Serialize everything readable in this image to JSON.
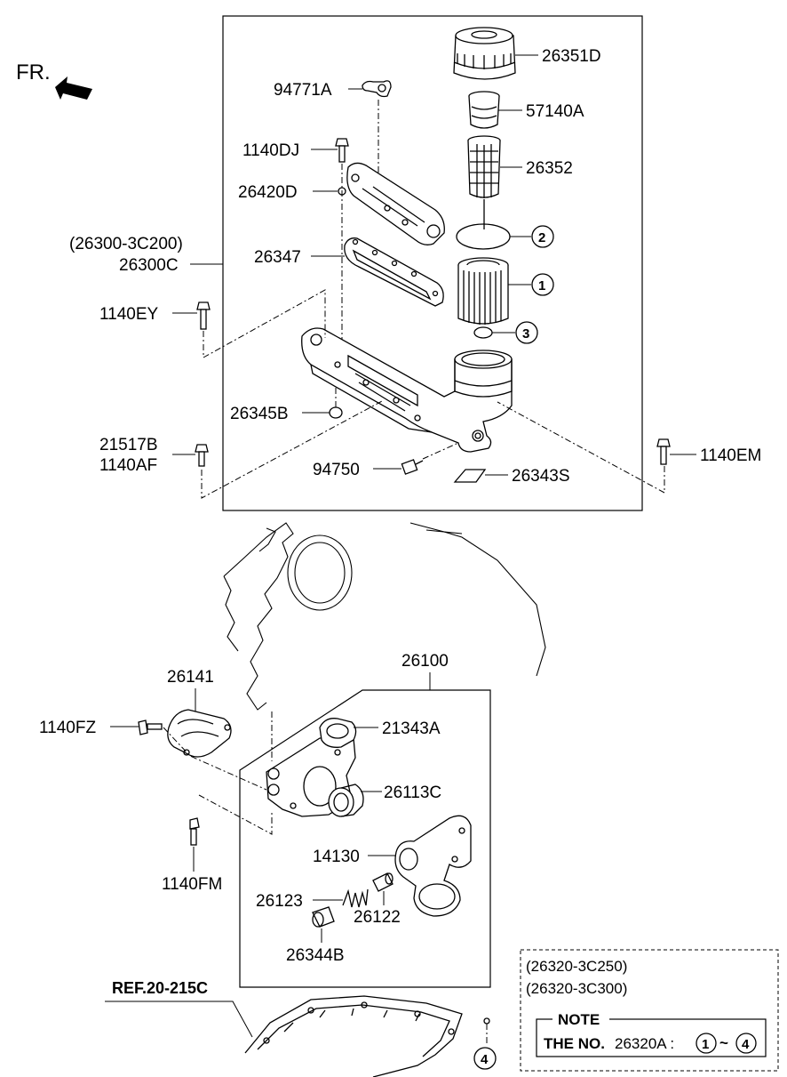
{
  "header": {
    "fr_label": "FR."
  },
  "labels": {
    "p26351D": "26351D",
    "p57140A": "57140A",
    "p26352": "26352",
    "p94771A": "94771A",
    "p1140DJ": "1140DJ",
    "p26420D": "26420D",
    "p26300_3C200": "(26300-3C200)",
    "p26300C": "26300C",
    "p26347": "26347",
    "p1140EY": "1140EY",
    "p26345B": "26345B",
    "p21517B": "21517B",
    "p1140AF": "1140AF",
    "p94750": "94750",
    "p26343S": "26343S",
    "p1140EM": "1140EM",
    "p26100": "26100",
    "p26141": "26141",
    "p1140FZ": "1140FZ",
    "p21343A": "21343A",
    "p26113C": "26113C",
    "p14130": "14130",
    "p1140FM": "1140FM",
    "p26123": "26123",
    "p26122": "26122",
    "p26344B": "26344B",
    "ref": "REF.20-215C"
  },
  "callouts": {
    "c1": "1",
    "c2": "2",
    "c3": "3",
    "c4": "4"
  },
  "notebox": {
    "line1": "(26320-3C250)",
    "line2": "(26320-3C300)",
    "note_title": "NOTE",
    "note_prefix": "THE NO.",
    "note_part": "26320A :",
    "range_start": "1",
    "range_sep": "~",
    "range_end": "4"
  }
}
